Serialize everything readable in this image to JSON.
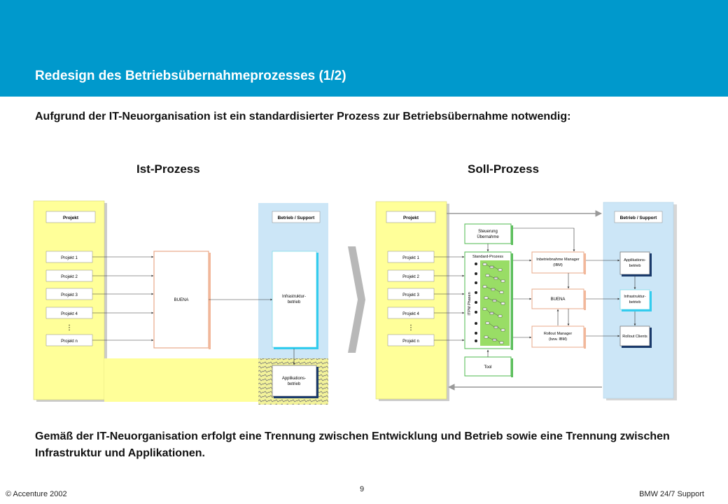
{
  "title": "Redesign des Betriebsübernahmeprozesses (1/2)",
  "intro": "Aufgrund der IT-Neuorganisation ist ein standardisierter Prozess zur Betriebsübernahme notwendig:",
  "ist": {
    "label": "Ist-Prozess",
    "projekt_header": "Projekt",
    "betrieb_header": "Betrieb / Support",
    "projects": [
      "Projekt 1",
      "Projekt 2",
      "Projekt 3",
      "Projekt 4",
      "Projekt n"
    ],
    "ellipsis": "⋮",
    "center_box": "BUENA",
    "infra_box": [
      "Infrastruktur-",
      "betrieb"
    ],
    "app_box": [
      "Applikations-",
      "betrieb"
    ]
  },
  "soll": {
    "label": "Soll-Prozess",
    "projekt_header": "Projekt",
    "betrieb_header": "Betrieb / Support",
    "projects": [
      "Projekt 1",
      "Projekt 2",
      "Projekt 3",
      "Projekt 4",
      "Projekt n"
    ],
    "ellipsis": "⋮",
    "steuerung": [
      "Steuerung",
      "Übernahme"
    ],
    "standard": "Standard-Prozess",
    "itpm": "ITPM Phasen",
    "tool": "Tool",
    "inbetrieb": [
      "Inbetriebnahme Manager",
      "(IBM)"
    ],
    "buena": "BUENA",
    "rollout": [
      "Rollout Manager",
      "(bzw. IBM)"
    ],
    "app": [
      "Applikations-",
      "betrieb"
    ],
    "infra": [
      "Infrastruktur-",
      "betrieb"
    ],
    "rollout_clients": "Rollout Clients"
  },
  "conclusion": "Gemäß der IT-Neuorganisation erfolgt eine Trennung zwischen Entwicklung und Betrieb sowie eine Trennung zwischen Infrastruktur und Applikationen.",
  "footer": {
    "left": "© Accenture 2002",
    "page": "9",
    "right": "BMW 24/7 Support"
  }
}
